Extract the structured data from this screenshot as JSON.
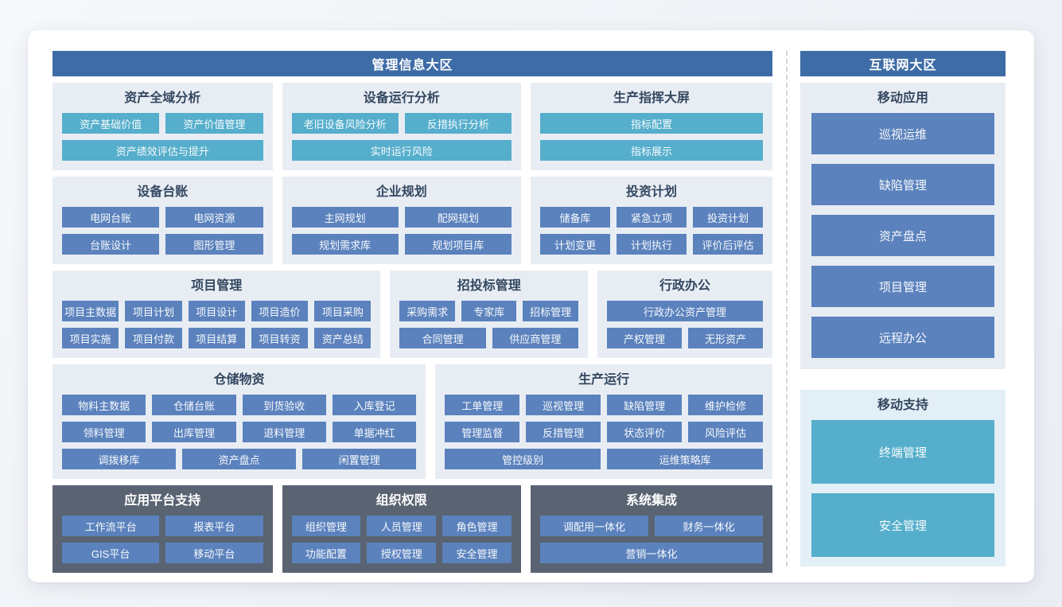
{
  "colors": {
    "zone_header_bg": "#3e6ca6",
    "panel_light_bg": "#e8edf4",
    "panel_teal_bg": "#e3eff6",
    "panel_dark_bg": "#5a6372",
    "button_blue": "#5b82bd",
    "button_teal": "#55aecb",
    "title_text": "#33475f",
    "divider": "#c9d5e0"
  },
  "left_zone": {
    "title": "管理信息大区",
    "rows": [
      {
        "panels": [
          {
            "title": "资产全域分析",
            "flex": 275,
            "panel_style": "light",
            "button_style": "teal",
            "button_rows": [
              [
                "资产基础价值",
                "资产价值管理"
              ],
              [
                "资产绩效评估与提升"
              ]
            ]
          },
          {
            "title": "设备运行分析",
            "flex": 301,
            "panel_style": "light",
            "button_style": "teal",
            "button_rows": [
              [
                "老旧设备风险分析",
                "反措执行分析"
              ],
              [
                "实时运行风险"
              ]
            ]
          },
          {
            "title": "生产指挥大屏",
            "flex": 305,
            "panel_style": "light",
            "button_style": "teal",
            "button_rows": [
              [
                "指标配置"
              ],
              [
                "指标展示"
              ]
            ]
          }
        ]
      },
      {
        "panels": [
          {
            "title": "设备台账",
            "flex": 275,
            "panel_style": "light",
            "button_style": "blue",
            "button_rows": [
              [
                "电网台账",
                "电网资源"
              ],
              [
                "台账设计",
                "图形管理"
              ]
            ]
          },
          {
            "title": "企业规划",
            "flex": 301,
            "panel_style": "light",
            "button_style": "blue",
            "button_rows": [
              [
                "主网规划",
                "配网规划"
              ],
              [
                "规划需求库",
                "规划项目库"
              ]
            ]
          },
          {
            "title": "投资计划",
            "flex": 305,
            "panel_style": "light",
            "button_style": "blue",
            "button_rows": [
              [
                "储备库",
                "紧急立项",
                "投资计划"
              ],
              [
                "计划变更",
                "计划执行",
                "评价后评估"
              ]
            ]
          }
        ]
      },
      {
        "panels": [
          {
            "title": "项目管理",
            "flex": 424,
            "panel_style": "light",
            "button_style": "blue",
            "button_rows": [
              [
                "项目主数据",
                "项目计划",
                "项目设计",
                "项目造价",
                "项目采购"
              ],
              [
                "项目实施",
                "项目付款",
                "项目结算",
                "项目转资",
                "资产总结"
              ]
            ]
          },
          {
            "title": "招投标管理",
            "flex": 245,
            "panel_style": "light",
            "button_style": "blue",
            "button_rows": [
              [
                "采购需求",
                "专家库",
                "招标管理"
              ],
              [
                "合同管理",
                "供应商管理"
              ]
            ]
          },
          {
            "title": "行政办公",
            "flex": 214,
            "panel_style": "light",
            "button_style": "blue",
            "button_rows": [
              [
                "行政办公资产管理"
              ],
              [
                "产权管理",
                "无形资产"
              ]
            ]
          }
        ]
      },
      {
        "panels": [
          {
            "title": "仓储物资",
            "flex": 470,
            "panel_style": "light",
            "button_style": "blue",
            "button_rows": [
              [
                "物料主数据",
                "仓储台账",
                "到货验收",
                "入库登记"
              ],
              [
                "领料管理",
                "出库管理",
                "退料管理",
                "单据冲红"
              ],
              [
                "调拨移库",
                "资产盘点",
                "闲置管理"
              ]
            ]
          },
          {
            "title": "生产运行",
            "flex": 422,
            "panel_style": "light",
            "button_style": "blue",
            "button_rows": [
              [
                "工单管理",
                "巡视管理",
                "缺陷管理",
                "维护检修"
              ],
              [
                "管理监督",
                "反措管理",
                "状态评价",
                "风险评估"
              ],
              [
                "管控级别",
                "运维策略库"
              ]
            ]
          }
        ]
      },
      {
        "panels": [
          {
            "title": "应用平台支持",
            "flex": 275,
            "panel_style": "dark",
            "button_style": "blue",
            "button_rows": [
              [
                "工作流平台",
                "报表平台"
              ],
              [
                "GIS平台",
                "移动平台"
              ]
            ]
          },
          {
            "title": "组织权限",
            "flex": 301,
            "panel_style": "dark",
            "button_style": "blue",
            "button_rows": [
              [
                "组织管理",
                "人员管理",
                "角色管理"
              ],
              [
                "功能配置",
                "授权管理",
                "安全管理"
              ]
            ]
          },
          {
            "title": "系统集成",
            "flex": 305,
            "panel_style": "dark",
            "button_style": "blue",
            "button_rows": [
              [
                "调配用一体化",
                "财务一体化"
              ],
              [
                "营销一体化"
              ]
            ]
          }
        ]
      }
    ]
  },
  "right_zone": {
    "title": "互联网大区",
    "panels": [
      {
        "title": "移动应用",
        "panel_style": "light",
        "button_style": "blue-large",
        "buttons": [
          "巡视运维",
          "缺陷管理",
          "资产盘点",
          "项目管理",
          "远程办公"
        ]
      },
      {
        "title": "移动支持",
        "panel_style": "teal-light",
        "button_style": "teal-large",
        "buttons": [
          "终端管理",
          "安全管理"
        ]
      }
    ]
  }
}
